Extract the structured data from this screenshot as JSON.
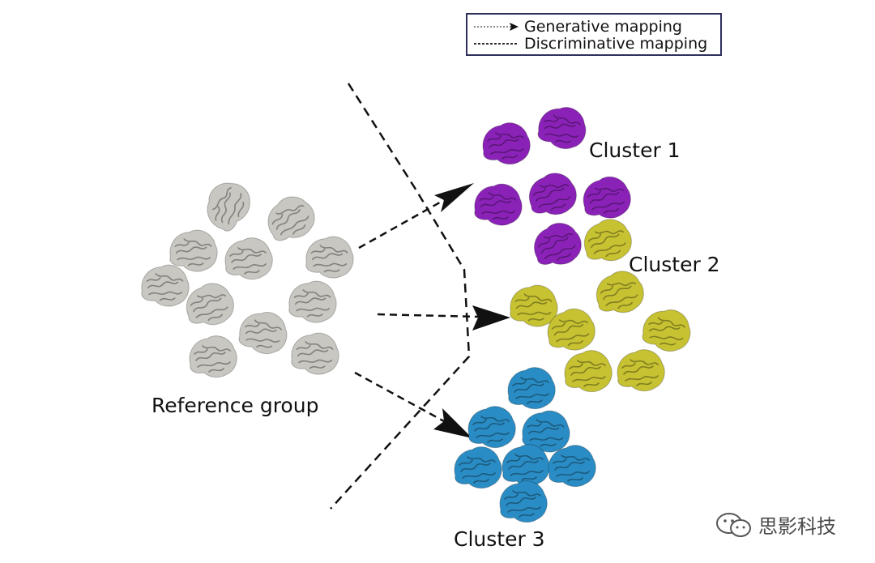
{
  "legend": {
    "generative_label": "Generative mapping",
    "discriminative_label": "Discriminative mapping"
  },
  "groups": {
    "reference_label": "Reference group",
    "cluster1_label": "Cluster 1",
    "cluster2_label": "Cluster 2",
    "cluster3_label": "Cluster 3"
  },
  "colors": {
    "reference": "#c9c7c1",
    "cluster1": "#8b22b8",
    "cluster2": "#c7c232",
    "cluster3": "#2a8cc4",
    "line": "#111111",
    "legend_border": "#2e2f5c"
  },
  "watermark": {
    "text": "思影科技",
    "icon": "wechat-icon"
  }
}
